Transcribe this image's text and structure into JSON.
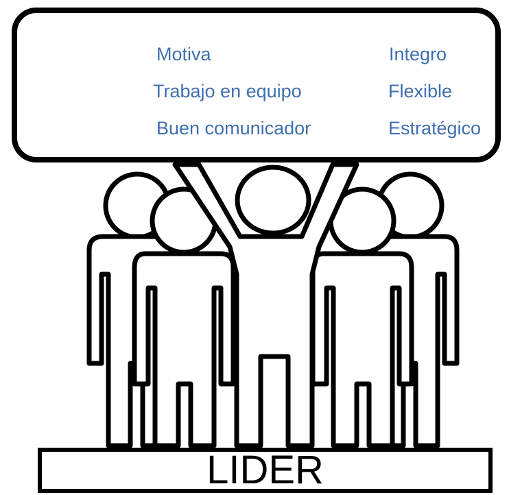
{
  "traits": {
    "left": [
      "Motiva",
      "Trabajo en equipo",
      "Buen comunicador"
    ],
    "right": [
      "Integro",
      "Flexible",
      "Estratégico"
    ]
  },
  "pedestal": {
    "label": "LIDER"
  },
  "colors": {
    "trait_text": "#3f6fb0",
    "outline": "#000000",
    "background": "#ffffff"
  },
  "icons": {
    "people": "group-of-people-icon",
    "leader": "leader-arms-raised-icon"
  }
}
